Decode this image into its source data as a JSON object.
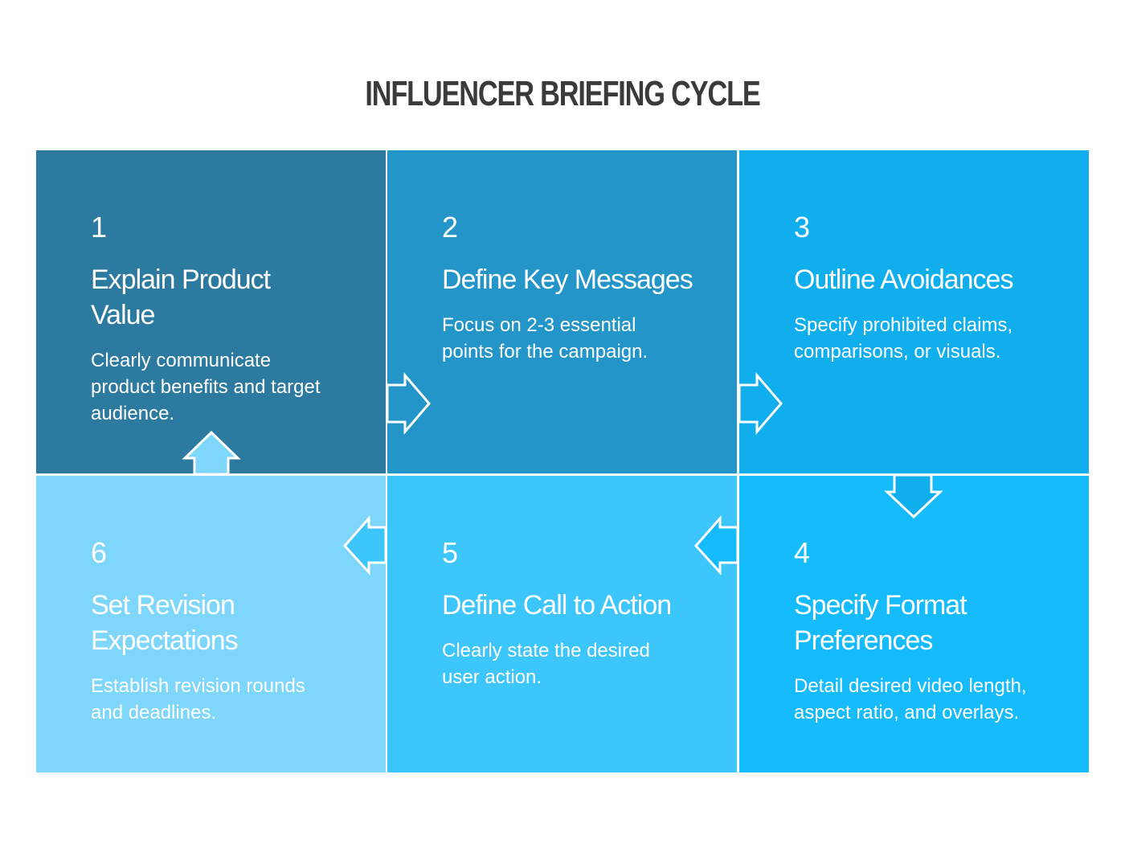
{
  "title": "INFLUENCER BRIEFING CYCLE",
  "steps": [
    {
      "number": "1",
      "heading": "Explain Product Value",
      "description": "Clearly communicate product benefits and target audience.",
      "color": "#2d7aa0"
    },
    {
      "number": "2",
      "heading": "Define Key Messages",
      "description": "Focus on 2-3 essential points for the campaign.",
      "color": "#2395c9"
    },
    {
      "number": "3",
      "heading": "Outline Avoidances",
      "description": "Specify prohibited claims, comparisons, or visuals.",
      "color": "#10aeec"
    },
    {
      "number": "4",
      "heading": "Specify Format Preferences",
      "description": "Detail desired video length, aspect ratio, and overlays.",
      "color": "#15bbfa"
    },
    {
      "number": "5",
      "heading": "Define Call to Action",
      "description": "Clearly state the desired user action.",
      "color": "#3dc6fb"
    },
    {
      "number": "6",
      "heading": "Set Revision Expectations",
      "description": "Establish revision rounds and deadlines.",
      "color": "#7ed6fb"
    }
  ]
}
